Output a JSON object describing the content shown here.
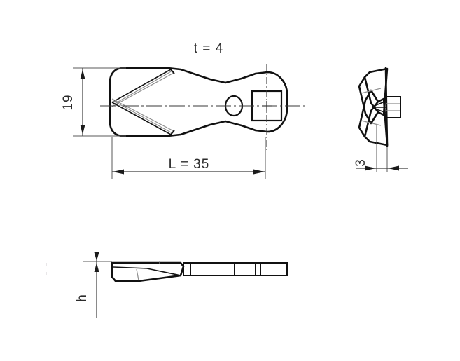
{
  "drawing": {
    "title_label": "technical-part-drawing",
    "background_color": "#ffffff",
    "line_color": "#111111",
    "dimension_color": "#3d3d3d",
    "flute_color": "#8e8e8e"
  },
  "views": {
    "top": {
      "name": "top-view",
      "description": "plan view of blade body with ellipse hole and square hole"
    },
    "right": {
      "name": "right-side-view",
      "description": "end view showing bow-tie twisted blade profile"
    },
    "bottom": {
      "name": "bottom-view",
      "description": "side elevation showing tapered blade thickness"
    }
  },
  "dimensions": {
    "thickness_label": "t  =  4",
    "width_label": "19",
    "length_label": "L  =  35",
    "side_thickness_label": "3",
    "height_label": "h"
  }
}
